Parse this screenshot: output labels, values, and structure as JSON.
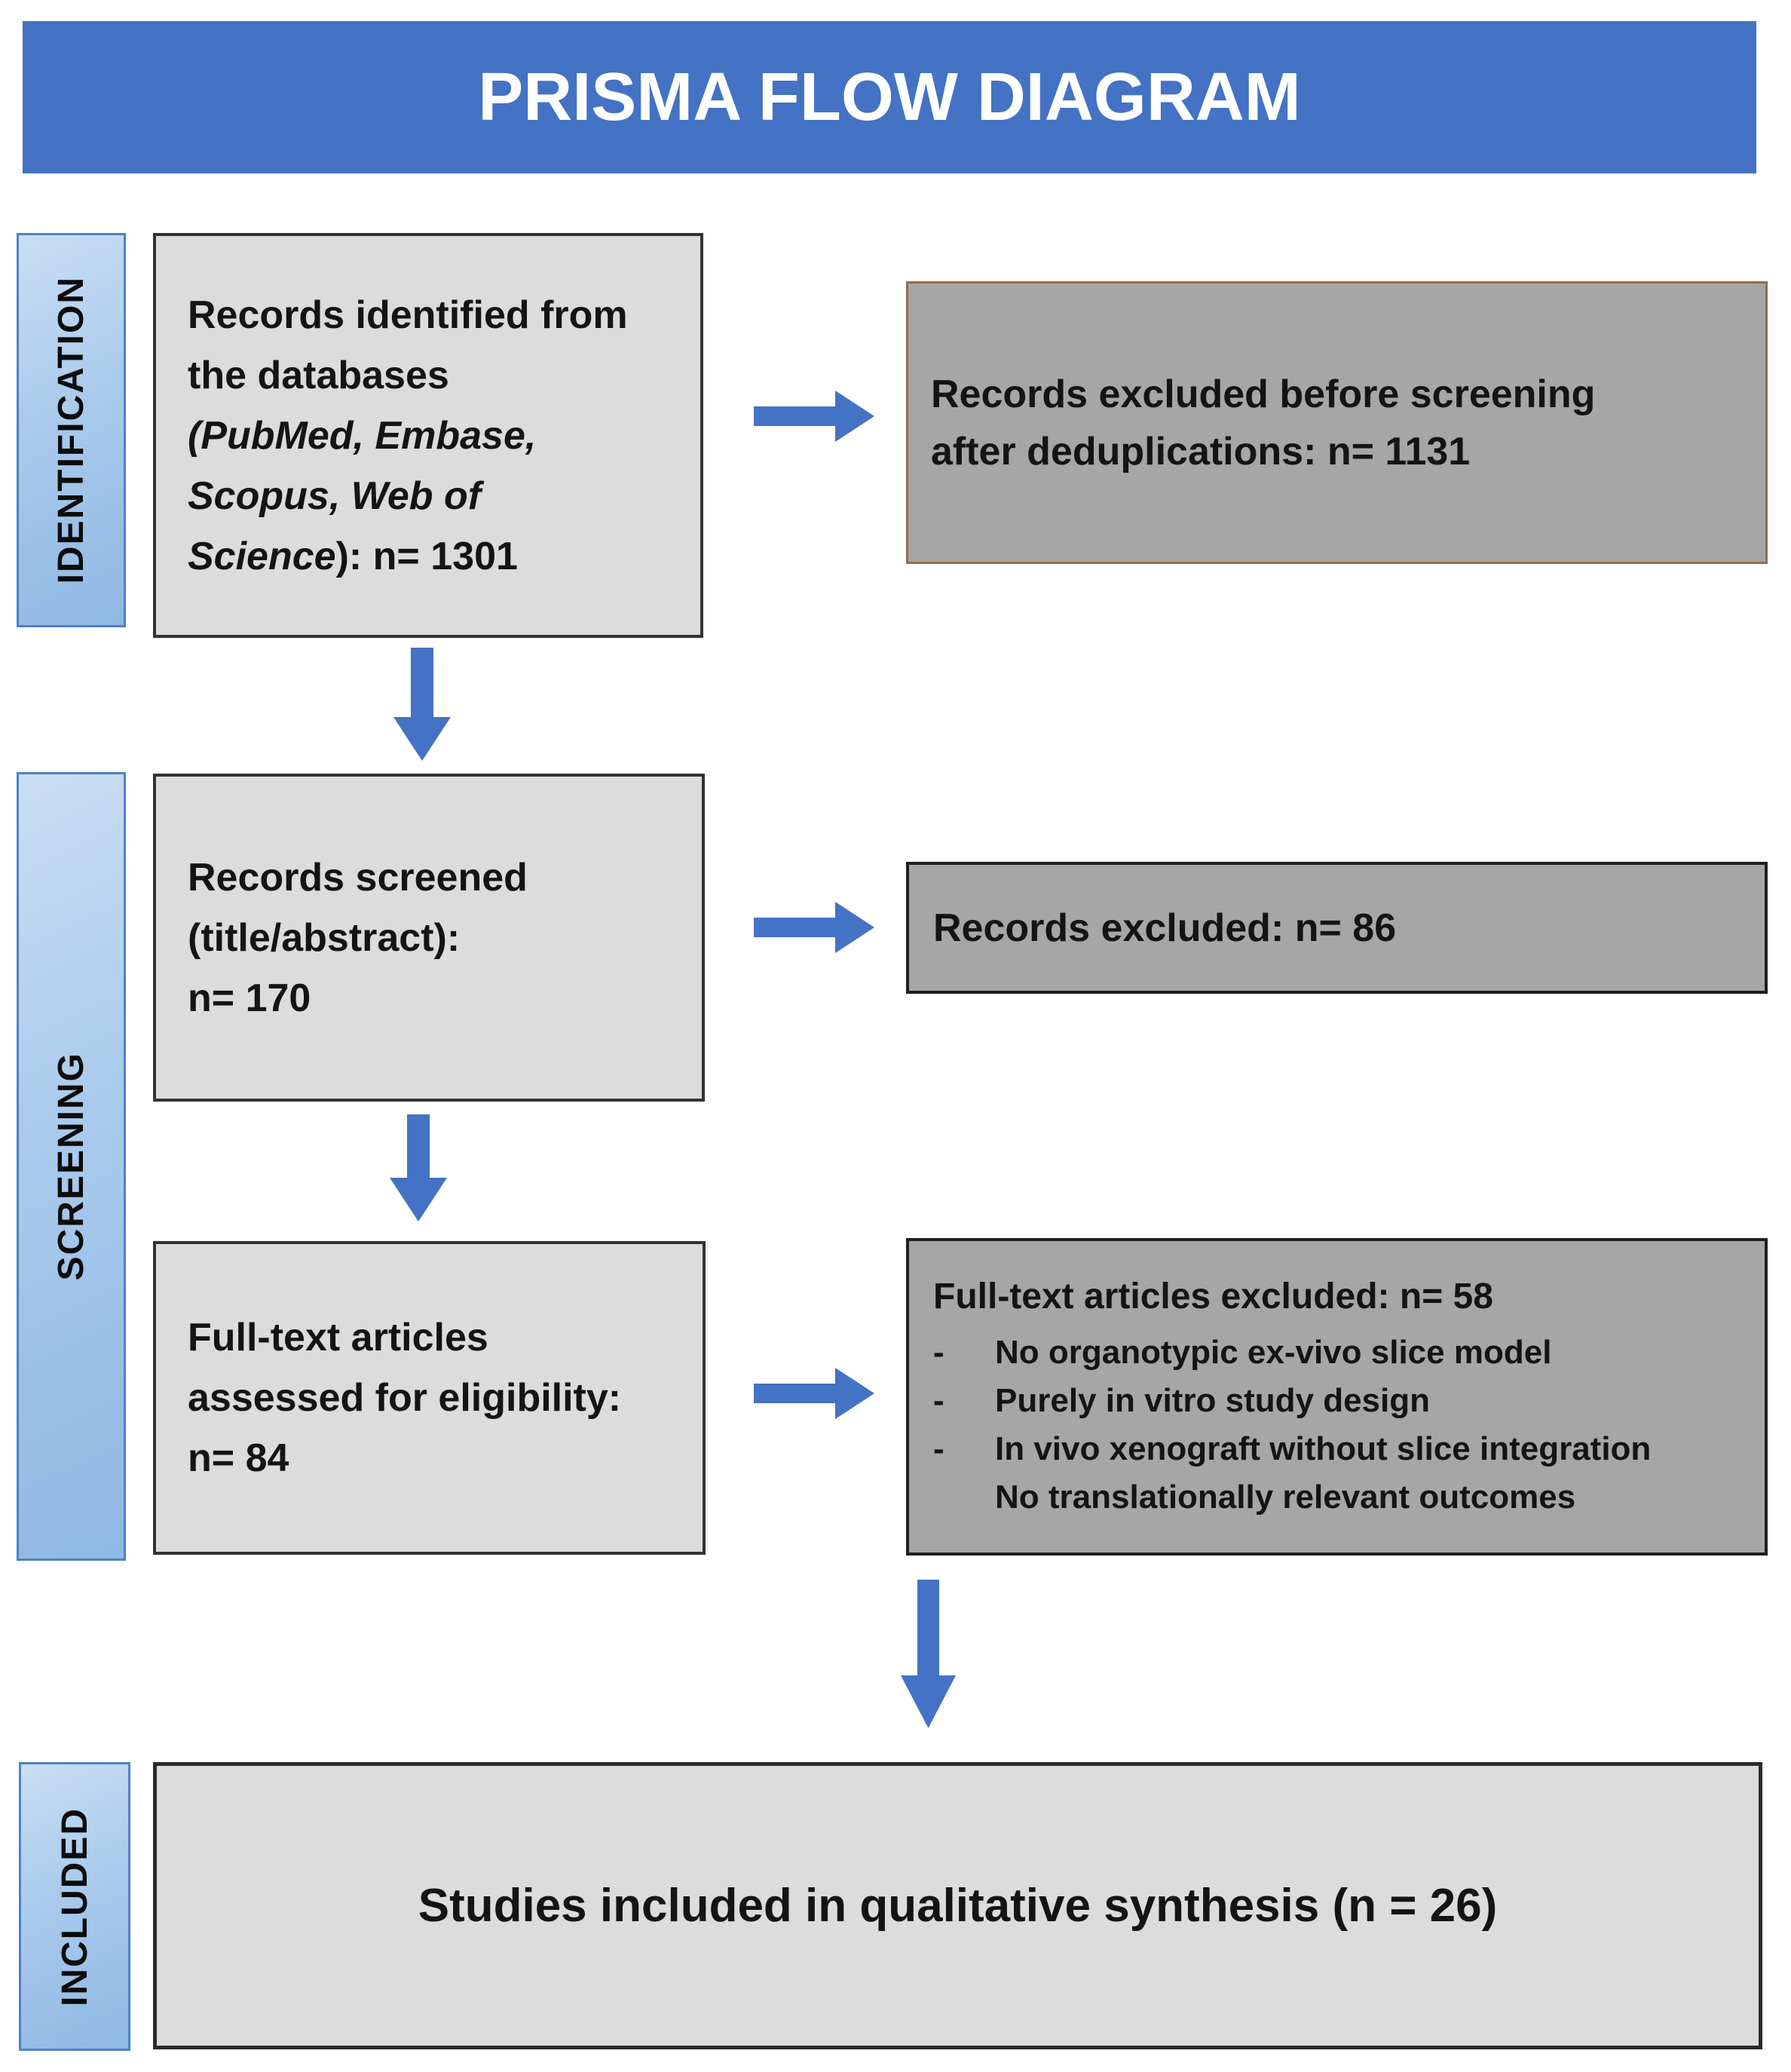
{
  "title": "PRISMA FLOW DIAGRAM",
  "colors": {
    "accent_blue": "#4472C4",
    "light_box_fill": "#DCDCDC",
    "dark_box_fill": "#A6A6A6",
    "dark_border": "#333333",
    "brown_border": "#9A6A4A",
    "sidebar_gradient_top": "#CADEF3",
    "sidebar_gradient_bottom": "#8FB8E4",
    "sidebar_border": "#4E82C4",
    "text": "#141414",
    "title_text": "#FFFFFF"
  },
  "stages": {
    "identification": "IDENTIFICATION",
    "screening": "SCREENING",
    "included": "INCLUDED"
  },
  "flow": {
    "identified": {
      "line1": "Records identified from",
      "line2": "the databases",
      "line3": "(PubMed, Embase,",
      "line4": "Scopus, Web of",
      "line5_italic": "Science",
      "line5_rest": "): n= 1301"
    },
    "excluded_before_screening": {
      "line1": "Records excluded before screening",
      "line2": "after deduplications: n= 1131"
    },
    "screened": {
      "line1": "Records screened",
      "line2": "(title/abstract):",
      "line3": "n= 170"
    },
    "records_excluded": {
      "line1": "Records excluded: n= 86"
    },
    "fulltext_assessed": {
      "line1": "Full-text articles",
      "line2": "assessed for eligibility:",
      "line3": "n= 84"
    },
    "fulltext_excluded": {
      "heading": "Full-text articles excluded: n= 58",
      "dash": "-",
      "bullet1": "No organotypic ex-vivo slice model",
      "bullet2": "Purely in vitro study design",
      "bullet3": "In vivo xenograft without slice integration",
      "bullet4": "No translationally relevant outcomes"
    },
    "included": {
      "line1": "Studies included in qualitative synthesis (n = 26)"
    }
  }
}
